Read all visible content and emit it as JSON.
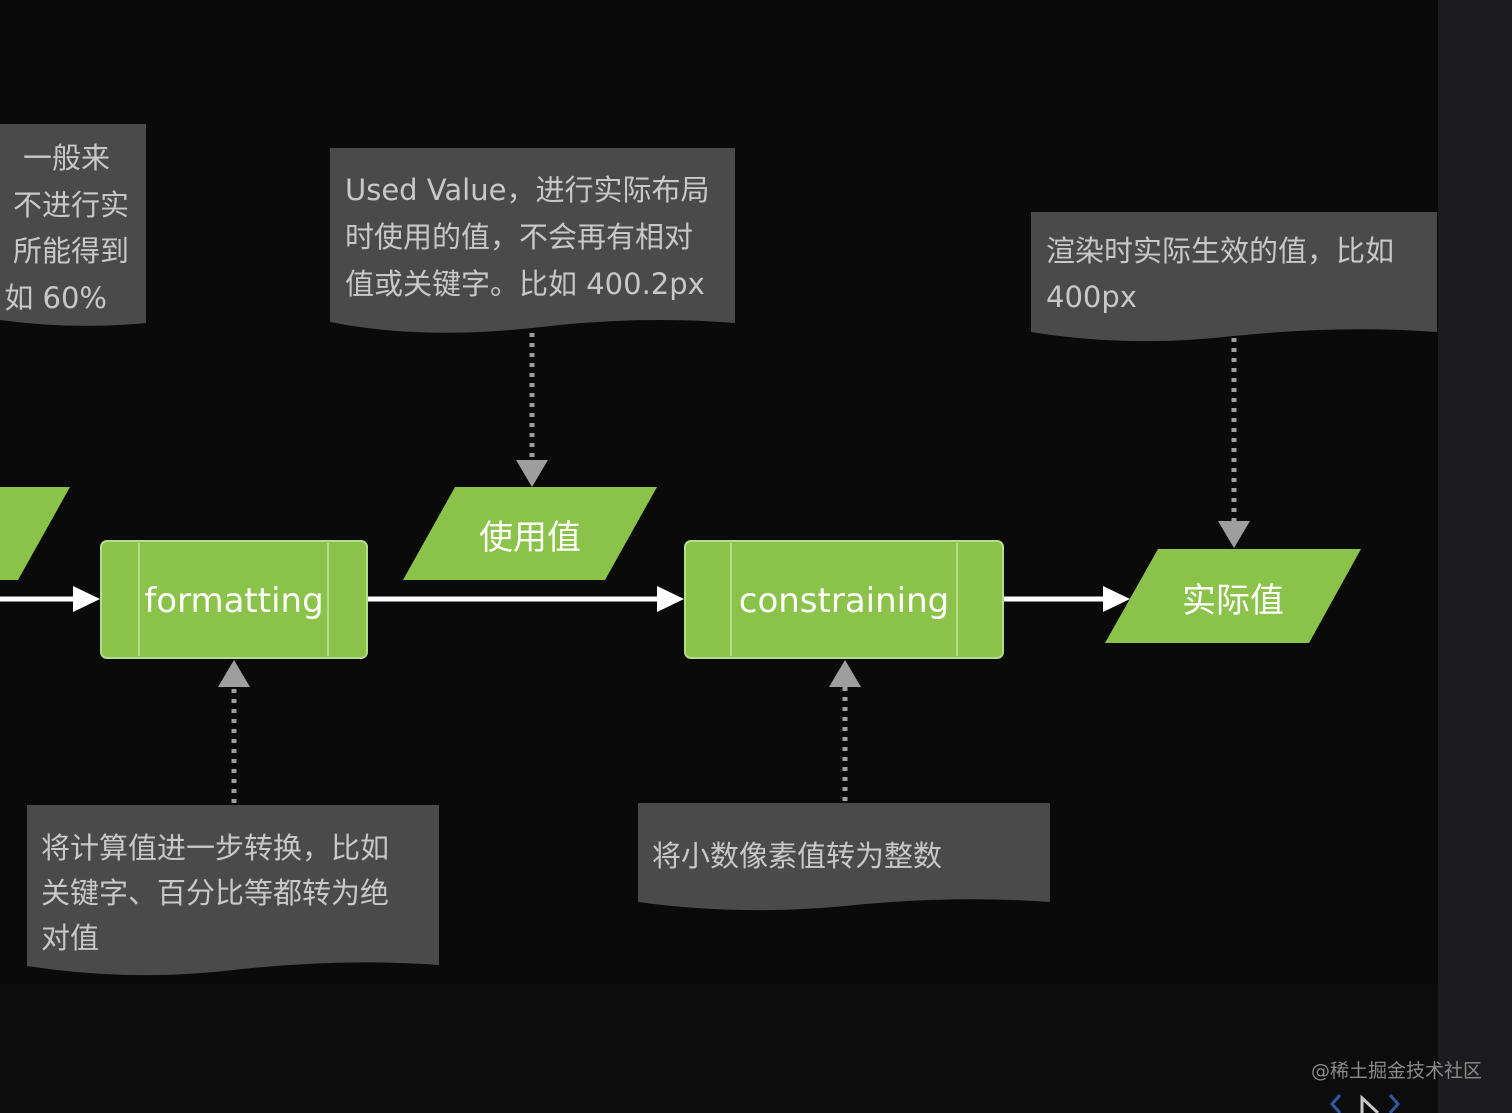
{
  "notes": {
    "computed": {
      "lines": [
        "一般来",
        "不进行实",
        "所能得到",
        "如 60%"
      ]
    },
    "used": {
      "lines": [
        "Used Value，进行实际布局",
        "时使用的值，不会再有相对",
        "值或关键字。比如 400.2px"
      ]
    },
    "actual": {
      "lines": [
        "渲染时实际生效的值，比如",
        "400px"
      ]
    },
    "formatting": {
      "lines": [
        "将计算值进一步转换，比如",
        "关键字、百分比等都转为绝",
        "对值"
      ]
    },
    "constraining": {
      "lines": [
        "将小数像素值转为整数"
      ]
    }
  },
  "nodes": {
    "formatting": "formatting",
    "constraining": "constraining",
    "used_value": "使用值",
    "actual_value": "实际值"
  },
  "colors": {
    "background": "#0a0a0a",
    "note_fill": "#4a4a4a",
    "node_green": "#8bc34a",
    "arrow_white": "#ffffff",
    "dashed_arrow": "#9e9e9e"
  },
  "watermark": "@稀土掘金技术社区"
}
